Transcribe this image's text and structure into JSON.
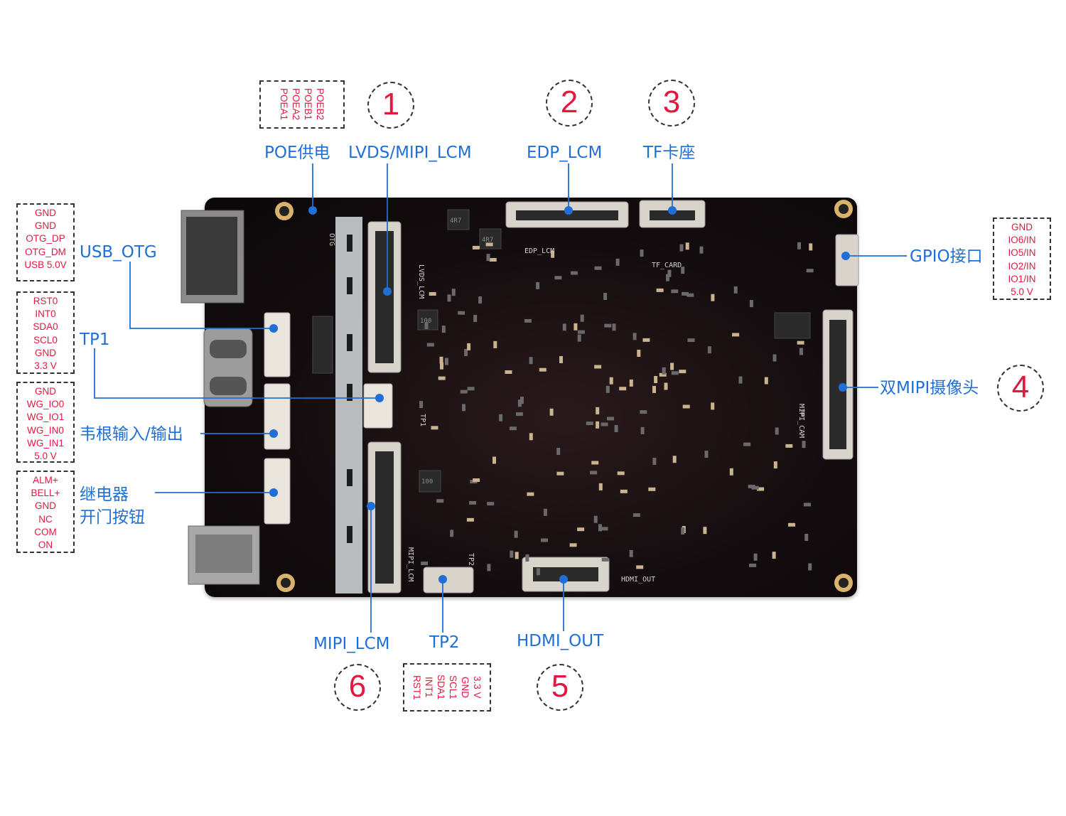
{
  "labels": {
    "poe": "POE供电",
    "lvds_mipi_lcm": "LVDS/MIPI_LCM",
    "edp_lcm": "EDP_LCM",
    "tf": "TF卡座",
    "usb_otg": "USB_OTG",
    "tp1": "TP1",
    "wiegand": "韦根输入/输出",
    "relay_line1": "继电器",
    "relay_line2": "开门按钮",
    "gpio": "GPIO接口",
    "dual_mipi_cam": "双MIPI摄像头",
    "mipi_lcm": "MIPI_LCM",
    "tp2": "TP2",
    "hdmi_out": "HDMI_OUT"
  },
  "circles": {
    "c1": "1",
    "c2": "2",
    "c3": "3",
    "c4": "4",
    "c5": "5",
    "c6": "6"
  },
  "pin_boxes": {
    "poe": [
      "POEB2",
      "POEB1",
      "POEA2",
      "POEA1"
    ],
    "usb_otg": [
      "GND",
      "GND",
      "OTG_DP",
      "OTG_DM",
      "USB 5.0V"
    ],
    "tp1": [
      "RST0",
      "INT0",
      "SDA0",
      "SCL0",
      "GND",
      "3.3 V"
    ],
    "wiegand": [
      "GND",
      "WG_IO0",
      "WG_IO1",
      "WG_IN0",
      "WG_IN1",
      "5.0 V"
    ],
    "relay": [
      "ALM+",
      "BELL+",
      "GND",
      "NC",
      "COM",
      "ON"
    ],
    "gpio": [
      "GND",
      "IO6/IN",
      "IO5/IN",
      "IO2/IN",
      "IO1/IN",
      "5.0 V"
    ],
    "tp2": [
      "3.3 V",
      "GND",
      "SCL1",
      "SDA1",
      "INT1",
      "RST1"
    ]
  },
  "silkscreen": {
    "edp": "EDP_LCM",
    "tf": "TF_CARD",
    "lvds": "LVDS_LCM",
    "mipi_cam": "MIPI_CAM",
    "hdmi": "HDMI_OUT",
    "mipi_lcm": "MIPI_LCM",
    "tp1": "TP1",
    "tp2": "TP2",
    "otg": "OTG",
    "chip": "4R7",
    "ind": "100"
  },
  "colors": {
    "label": "#1f6fd6",
    "accent": "#e4173f",
    "board": "#140d0f"
  }
}
